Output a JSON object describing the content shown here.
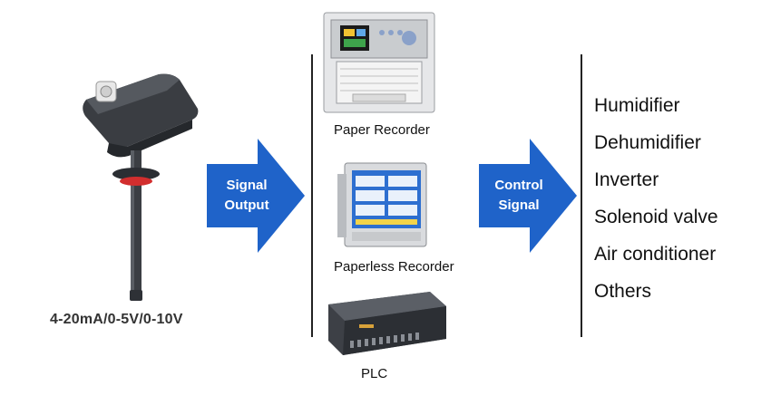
{
  "sensor": {
    "label": "4-20mA/0-5V/0-10V"
  },
  "arrows": [
    {
      "line1": "Signal",
      "line2": "Output",
      "color": "#1f63c9"
    },
    {
      "line1": "Control",
      "line2": "Signal",
      "color": "#1f63c9"
    }
  ],
  "devices": [
    {
      "label": "Paper Recorder",
      "icon": "paper-recorder-image"
    },
    {
      "label": "Paperless Recorder",
      "icon": "paperless-recorder-image"
    },
    {
      "label": "PLC",
      "icon": "plc-image"
    }
  ],
  "outputs": [
    "Humidifier",
    "Dehumidifier",
    "Inverter",
    "Solenoid valve",
    "Air conditioner",
    "Others"
  ]
}
